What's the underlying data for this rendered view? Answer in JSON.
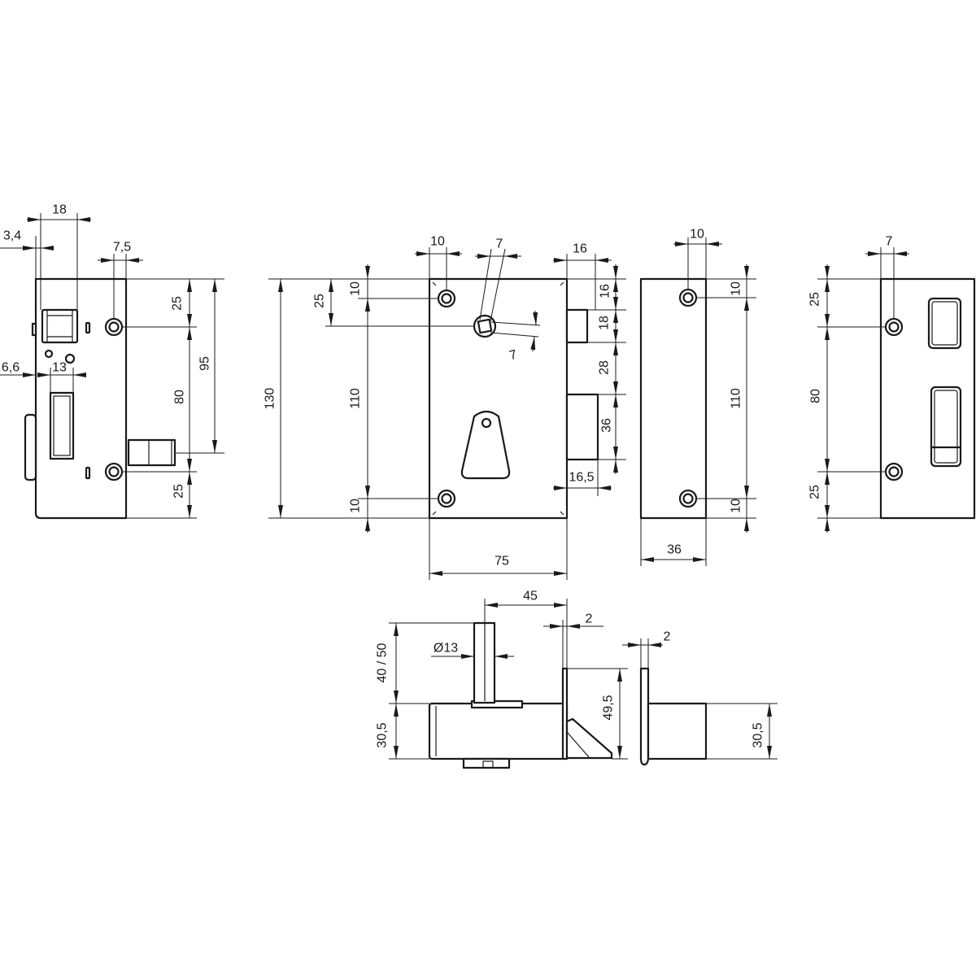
{
  "side_view": {
    "width_18": "18",
    "offset_3_4": "3,4",
    "offset_7_5": "7,5",
    "offset_6_6": "6,6",
    "opening_13": "13",
    "top_25": "25",
    "spacing_80": "80",
    "bottom_25": "25",
    "bolt_95": "95"
  },
  "front_view": {
    "top_10": "10",
    "square_7_top": "7",
    "square_7_side": "7",
    "bolt_16": "16",
    "height_130": "130",
    "follower_25": "25",
    "left_top_10": "10",
    "spacing_110": "110",
    "left_bottom_10": "10",
    "right_16": "16",
    "right_18": "18",
    "right_28": "28",
    "right_36": "36",
    "bolt_16_5": "16,5",
    "width_75": "75"
  },
  "back_view": {
    "top_10": "10",
    "right_top_10": "10",
    "spacing_110": "110",
    "right_bottom_10": "10",
    "width_36": "36"
  },
  "strike_plate": {
    "top_7": "7",
    "top_25": "25",
    "spacing_80": "80",
    "bottom_25": "25"
  },
  "top_view": {
    "spindle_45": "45",
    "plate_2": "2",
    "spindle_diameter": "Ø13",
    "spindle_length": "40 / 50",
    "body_30_5": "30,5",
    "plate_49_5": "49,5"
  },
  "strike_profile": {
    "thickness_2": "2",
    "depth_30_5": "30,5"
  },
  "colors": {
    "line": "#1a1a1a",
    "background": "#ffffff"
  }
}
